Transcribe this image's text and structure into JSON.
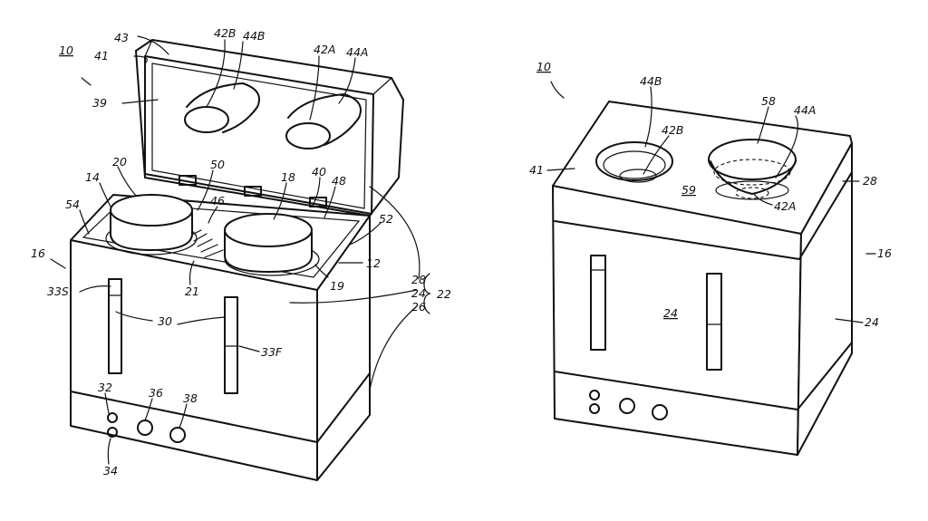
{
  "figure_left": {
    "labels": {
      "n10": "10",
      "n43": "43",
      "n42B": "42B",
      "n44B": "44B",
      "n42A": "42A",
      "n44A": "44A",
      "n41": "41",
      "n39": "39",
      "n20": "20",
      "n50": "50",
      "n18": "18",
      "n40": "40",
      "n48": "48",
      "n14": "14",
      "n46": "46",
      "n54": "54",
      "n52": "52",
      "n16": "16",
      "n12": "12",
      "n28": "28",
      "n19": "19",
      "n22": "22",
      "n24": "24",
      "n26": "26",
      "n21": "21",
      "n33S": "33S",
      "n30": "30",
      "n33F": "33F",
      "n32": "32",
      "n36": "36",
      "n38": "38",
      "n34": "34"
    }
  },
  "figure_right": {
    "labels": {
      "n10": "10",
      "n44B": "44B",
      "n58": "58",
      "n44A": "44A",
      "n42B": "42B",
      "n41": "41",
      "n59": "59",
      "n28": "28",
      "n42A": "42A",
      "n16": "16",
      "n24c": "24",
      "n24r": "24"
    }
  }
}
